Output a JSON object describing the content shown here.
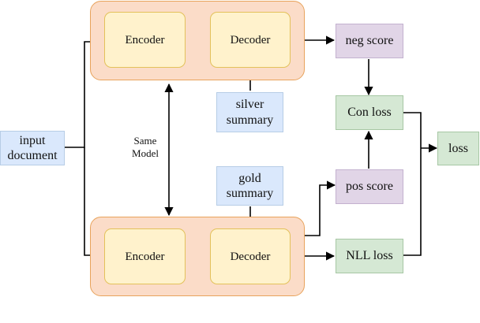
{
  "nodes": {
    "encoder_top": "Encoder",
    "decoder_top": "Decoder",
    "encoder_bottom": "Encoder",
    "decoder_bottom": "Decoder",
    "input_document": "input\ndocument",
    "silver_summary": "silver\nsummary",
    "gold_summary": "gold\nsummary",
    "same_model": "Same\nModel",
    "neg_score": "neg score",
    "pos_score": "pos score",
    "con_loss": "Con loss",
    "nll_loss": "NLL loss",
    "loss": "loss"
  },
  "colors": {
    "group_fill": "#fbdcc8",
    "group_border": "#e8a35c",
    "block_fill": "#fff2cc",
    "input_fill": "#dae8fc",
    "score_fill": "#e1d5e7",
    "loss_fill": "#d5e8d4",
    "edge": "#000000"
  }
}
